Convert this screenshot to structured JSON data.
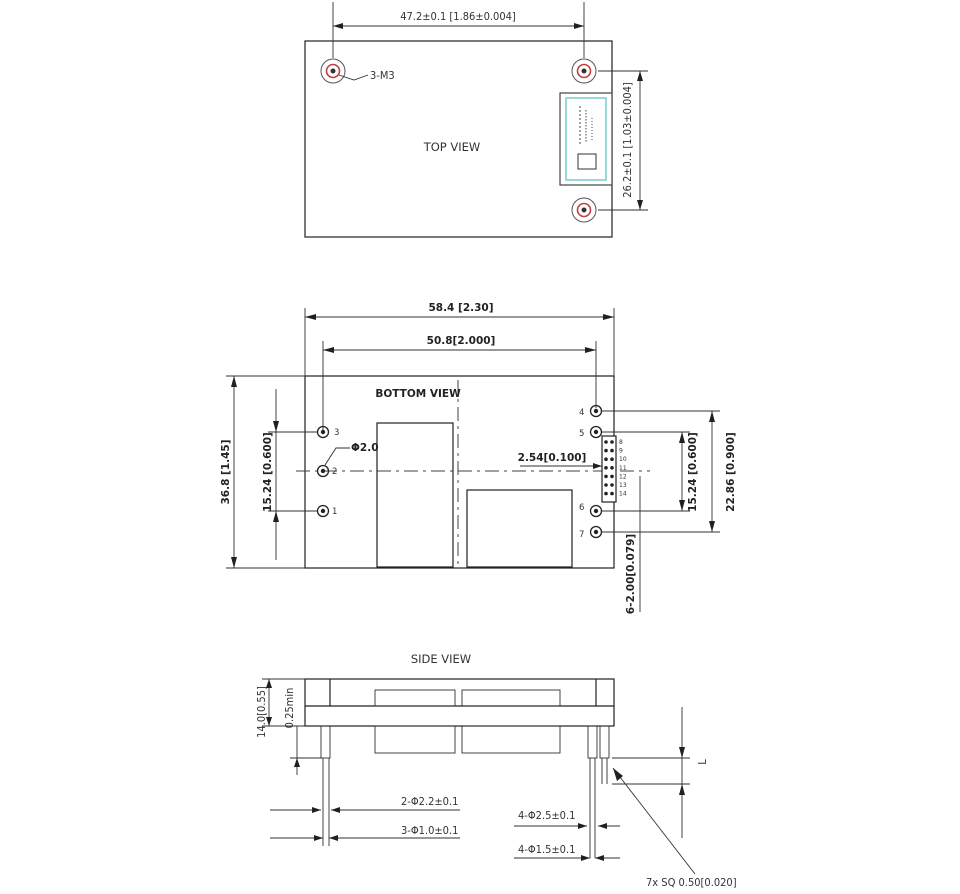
{
  "top_view": {
    "title": "TOP VIEW",
    "dim_width": "47.2±0.1 [1.86±0.004]",
    "dim_height": "26.2±0.1 [1.03±0.004]",
    "thread_note": "3-M3"
  },
  "bottom_view": {
    "title": "BOTTOM VIEW",
    "dim_overall_width": "58.4 [2.30]",
    "dim_pin_span": "50.8[2.000]",
    "dim_overall_height": "36.8 [1.45]",
    "dim_left_pins": "15.24 [0.600]",
    "dim_right_pins": "15.24 [0.600]",
    "dim_right_outer": "22.86 [0.900]",
    "dim_pitch": "2.54[0.100]",
    "dim_pin_dia": "6-2.00[0.079]",
    "dia_note": "Φ2.0",
    "pins": [
      "1",
      "2",
      "3",
      "4",
      "5",
      "6",
      "7"
    ],
    "header_labels": [
      "8",
      "9",
      "10",
      "11",
      "12",
      "13",
      "14"
    ]
  },
  "side_view": {
    "title": "SIDE VIEW",
    "dim_height": "14.0[0.55]",
    "dim_min": "0.25min",
    "dim_L": "L",
    "note_large_pin": "2-Φ2.2±0.1",
    "note_small_pin": "3-Φ1.0±0.1",
    "note_right_outer": "4-Φ2.5±0.1",
    "note_right_inner": "4-Φ1.5±0.1",
    "note_square_pins": "7x SQ 0.50[0.020]"
  }
}
